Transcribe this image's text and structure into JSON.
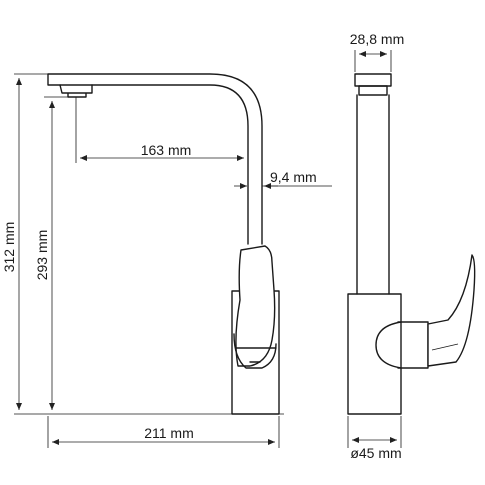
{
  "dimensions": {
    "total_height": "312 mm",
    "spout_height": "293 mm",
    "spout_reach": "163 mm",
    "pipe_diameter": "9,4 mm",
    "total_depth": "211 mm",
    "side_width": "28,8 mm",
    "base_diameter": "ø45 mm"
  },
  "colors": {
    "line": "#1a1a1a",
    "background": "#ffffff"
  }
}
